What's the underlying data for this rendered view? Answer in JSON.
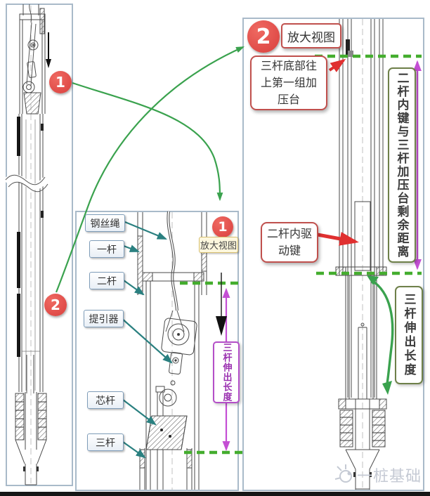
{
  "left_panel": {
    "badge_view1": "1",
    "badge_view2": "2"
  },
  "middle_panel": {
    "badge": "1",
    "view_label": "放大视图",
    "part_labels": {
      "wire_rope": "钢丝绳",
      "rod1": "一杆",
      "rod2": "二杆",
      "lifter": "提引器",
      "core_rod": "芯杆",
      "rod3": "三杆"
    },
    "dim_rod3_extension": "三杆伸出长度"
  },
  "right_panel": {
    "badge": "2",
    "view_label": "放大视图",
    "callout_pressure_platform": "三杆底部往上第一组加压台",
    "callout_drive_key": "二杆内驱动键",
    "dim_remaining_distance": "二杆内键与三杆加压台剩余距离",
    "dim_rod3_extension": "三杆伸出长度"
  },
  "watermark": {
    "text": "一桩基础"
  },
  "colors": {
    "accent_red": "#e2504c",
    "callout_red": "#c0504d",
    "teal_arrow": "#2a8080",
    "green_arrow": "#3aa24e",
    "green_dashed": "#44ad2e",
    "purple_dim": "#c44fd4",
    "olive_box": "#6e8049",
    "panel_border": "#a9bac9",
    "watermark_gray": "#c5cad4"
  }
}
